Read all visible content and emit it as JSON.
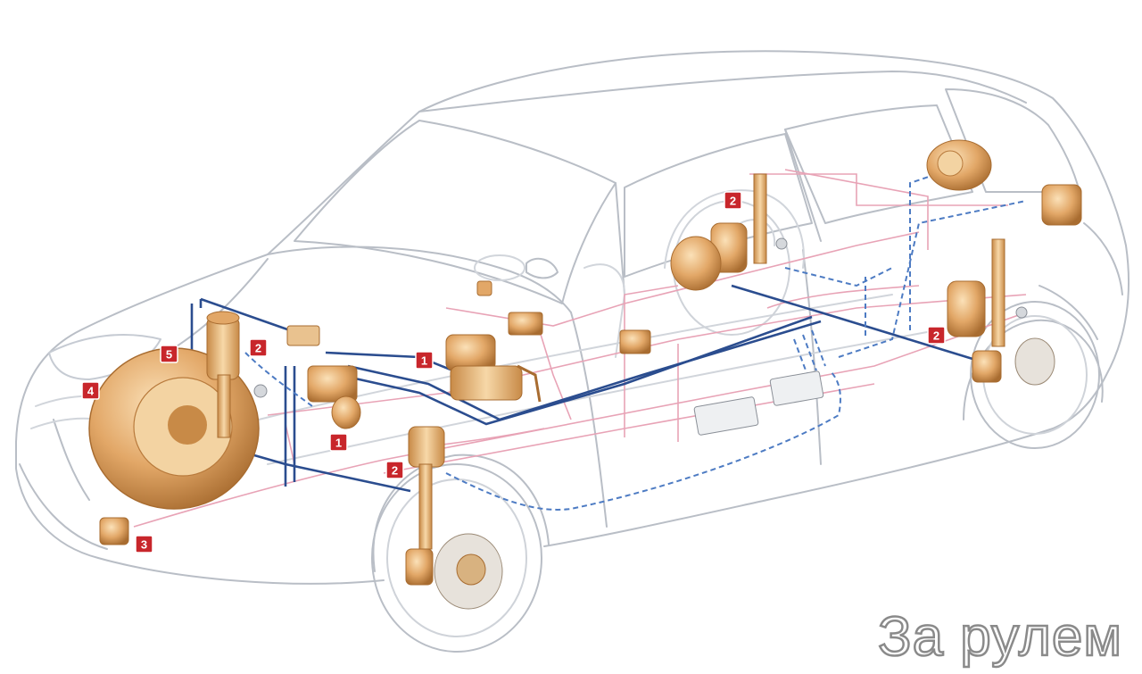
{
  "labels": [
    {
      "id": "n1-front",
      "text": "1"
    },
    {
      "id": "n1-center",
      "text": "1"
    },
    {
      "id": "n2-front-left",
      "text": "2"
    },
    {
      "id": "n2-front-right",
      "text": "2"
    },
    {
      "id": "n2-rear-left",
      "text": "2"
    },
    {
      "id": "n2-rear-right",
      "text": "2"
    },
    {
      "id": "n3",
      "text": "3"
    },
    {
      "id": "n4",
      "text": "4"
    },
    {
      "id": "n5",
      "text": "5"
    }
  ],
  "watermark": "За рулем",
  "colors": {
    "outline": "#b9bec6",
    "label_bg": "#c8262b",
    "component": "#e2a767",
    "component_dark": "#b87a3c",
    "hose_blue": "#2b4d8f",
    "hose_dash": "#4d7bc3",
    "wire_pink": "#e8a3b6"
  }
}
